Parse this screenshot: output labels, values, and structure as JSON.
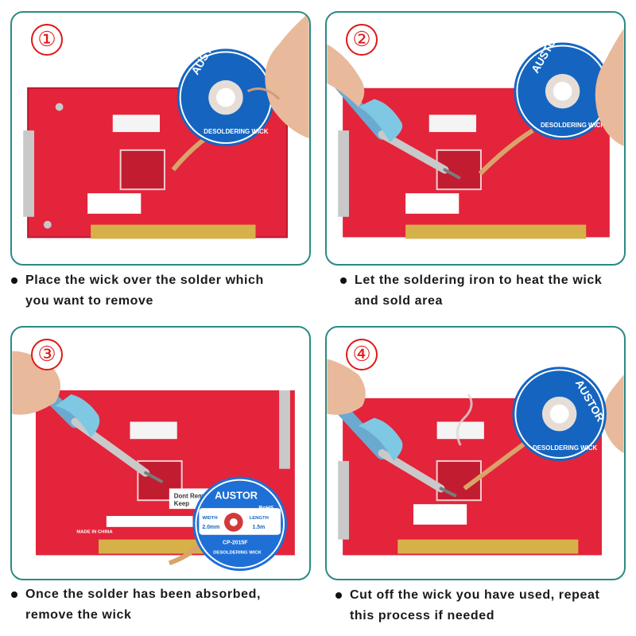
{
  "colors": {
    "panel_border": "#2a8a84",
    "step_badge": "#e01818",
    "board_red": "#e3243b",
    "spool_blue": "#1565c0",
    "iron_handle": "#7ec8e3"
  },
  "steps": [
    {
      "number": "①",
      "caption_line1": "Place the wick over the solder which",
      "caption_line2": "you want to remove",
      "icons": [
        "hand-icon",
        "solder-wick-spool-icon",
        "circuit-board-icon"
      ]
    },
    {
      "number": "②",
      "caption_line1": "Let the soldering iron to heat the wick",
      "caption_line2": "and sold area",
      "icons": [
        "hand-icon",
        "solder-wick-spool-icon",
        "soldering-iron-icon",
        "circuit-board-icon"
      ]
    },
    {
      "number": "③",
      "caption_line1": "Once the solder has been absorbed,",
      "caption_line2": "remove the wick",
      "icons": [
        "hand-icon",
        "soldering-iron-icon",
        "solder-wick-spool-icon",
        "circuit-board-icon"
      ]
    },
    {
      "number": "④",
      "caption_line1": "Cut off the wick you have used, repeat",
      "caption_line2": "this process if needed",
      "icons": [
        "hand-icon",
        "soldering-iron-icon",
        "solder-wick-spool-icon",
        "circuit-board-icon"
      ]
    }
  ],
  "spool": {
    "brand": "AUSTOR",
    "ring_text": "DESOLDERING WICK",
    "width_label": "WIDTH",
    "width_value": "2.0mm",
    "length_label": "LENGTH",
    "length_value": "1.5m",
    "rohs": "RoHS",
    "model": "CP-2015F"
  },
  "board": {
    "sticker_line1": "Dont Remove",
    "sticker_line2": "Keep",
    "made_in": "MADE IN CHINA"
  }
}
